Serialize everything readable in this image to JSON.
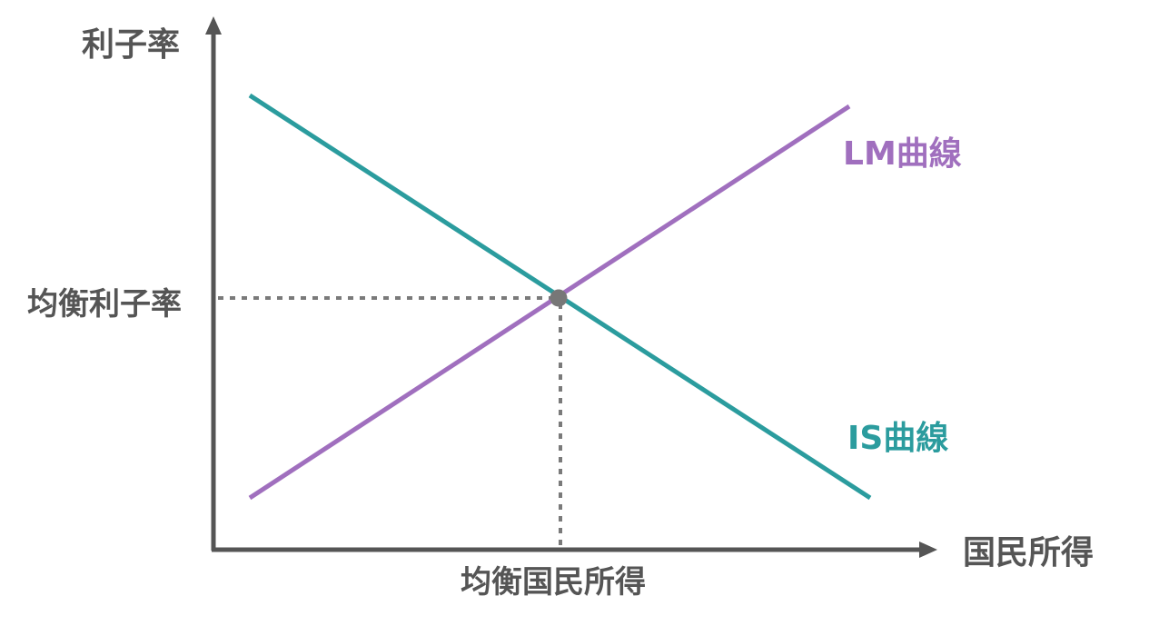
{
  "labels": {
    "y_axis": "利子率",
    "x_axis": "国民所得",
    "equilibrium_rate": "均衡利子率",
    "equilibrium_income": "均衡国民所得",
    "lm_curve": "LM曲線",
    "is_curve": "IS曲線"
  },
  "colors": {
    "axis": "#555555",
    "is_curve": "#2b9c9e",
    "lm_curve": "#a06fbe",
    "guide": "#7a7a7a"
  }
}
